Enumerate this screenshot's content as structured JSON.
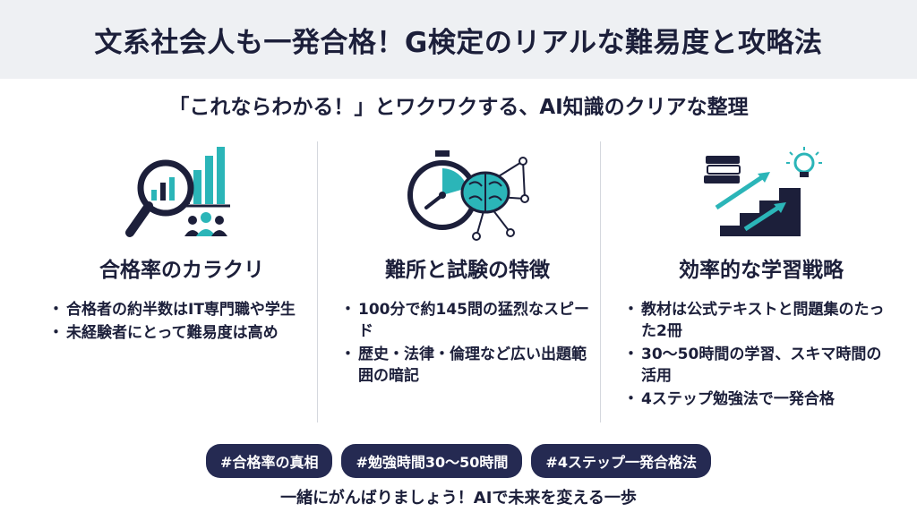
{
  "header": {
    "title": "文系社会人も一発合格！G検定のリアルな難易度と攻略法"
  },
  "subtitle": "「これならわかる！」とワクワクする、AI知識のクリアな整理",
  "columns": [
    {
      "heading": "合格率のカラクリ",
      "icon": "magnifier-chart-people-icon",
      "bullets": [
        "合格者の約半数はIT専門職や学生",
        "未経験者にとって難易度は高め"
      ]
    },
    {
      "heading": "難所と試験の特徴",
      "icon": "stopwatch-brain-network-icon",
      "bullets": [
        "100分で約145問の猛烈なスピード",
        "歴史・法律・倫理など広い出題範囲の暗記"
      ]
    },
    {
      "heading": "効率的な学習戦略",
      "icon": "books-stairs-lightbulb-icon",
      "bullets": [
        "教材は公式テキストと問題集のたった2冊",
        "30〜50時間の学習、スキマ時間の活用",
        "4ステップ勉強法で一発合格"
      ]
    }
  ],
  "tags": [
    "#合格率の真相",
    "#勉強時間30〜50時間",
    "#4ステップ一発合格法"
  ],
  "footer": "一緒にがんばりましょう！AIで未来を変える一歩",
  "colors": {
    "navy": "#1c1f3a",
    "teal": "#2bb5b8",
    "header_bg": "#eef0f3",
    "tag_bg": "#252a52"
  }
}
